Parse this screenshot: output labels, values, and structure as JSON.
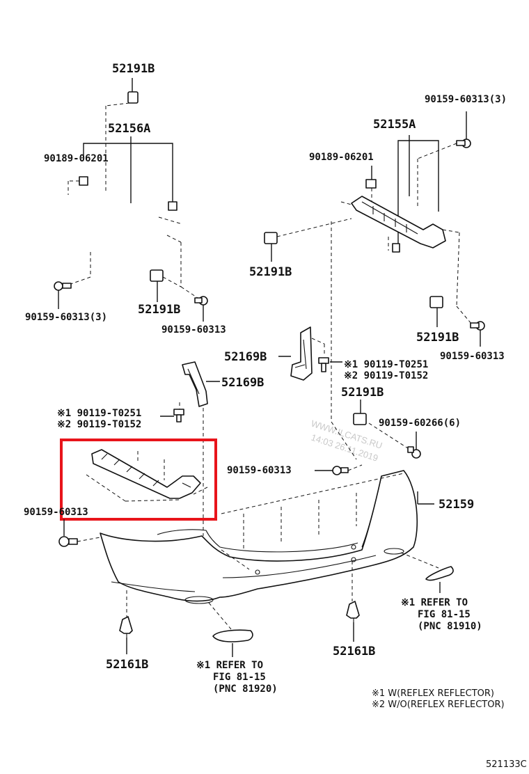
{
  "labels": {
    "p52191b_top": "52191B",
    "p52156a": "52156A",
    "p90189_left": "90189-06201",
    "p90159_left3": "90159-60313(3)",
    "p52191b_left": "52191B",
    "p90159_left": "90159-60313",
    "p52155a": "52155A",
    "p90159_right3": "90159-60313(3)",
    "p90189_right": "90189-06201",
    "p52191b_mid": "52191B",
    "p52191b_right": "52191B",
    "p90159_right": "90159-60313",
    "p52169b_right": "52169B",
    "p52169b_left": "52169B",
    "pT0251_right": "※1 90119-T0251",
    "pT0152_right": "※2 90119-T0152",
    "pT0251_left": "※1 90119-T0251",
    "pT0152_left": "※2 90119-T0152",
    "p52191b_lower": "52191B",
    "p90159_60266": "90159-60266(6)",
    "p90159_center": "90159-60313",
    "p52159": "52159",
    "p90159_bottom_left": "90159-60313",
    "p52161b_left": "52161B",
    "p52161b_right": "52161B"
  },
  "refs": {
    "right_line1": "※1 REFER TO",
    "right_line2": "FIG 81-15",
    "right_line3": "(PNC 81910)",
    "left_line1": "※1 REFER TO",
    "left_line2": "FIG 81-15",
    "left_line3": "(PNC 81920)"
  },
  "legend": {
    "note1": "※1 W(REFLEX REFLECTOR)",
    "note2": "※2 W/O(REFLEX REFLECTOR)"
  },
  "watermark": {
    "line1": "WWW.ILCATS.RU",
    "line2": "14:03 26.11.2019"
  },
  "figure_code": "521133C",
  "colors": {
    "highlight": "#e8141b",
    "ink": "#111111"
  }
}
